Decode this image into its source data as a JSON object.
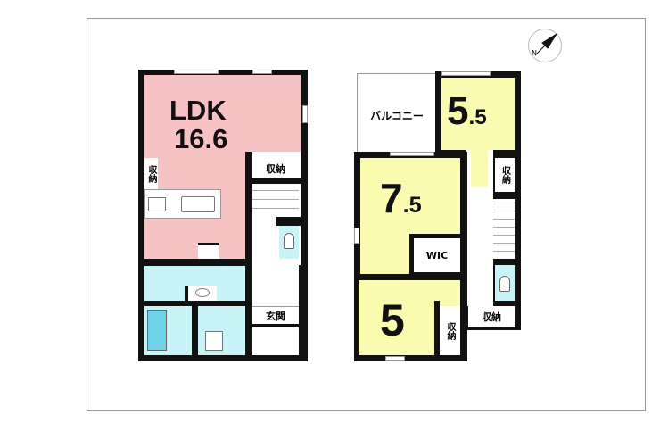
{
  "floor1": {
    "ldk_label": "LDK",
    "ldk_size": "16.6",
    "storage_label": "収納",
    "storage_left_label": "収納",
    "entrance_label": "玄関"
  },
  "floor2": {
    "balcony_label": "バルコニー",
    "room_a_int": "5",
    "room_a_dec": ".5",
    "room_b_int": "7",
    "room_b_dec": ".5",
    "room_c": "5",
    "wic_label": "WIC",
    "storage_right_label": "収納",
    "storage_bottom_label": "収納",
    "storage_room_c_label": "収納"
  },
  "compass": {
    "north_label": "N"
  },
  "colors": {
    "ldk": "#f7c2c4",
    "bedroom": "#fafab0",
    "wet_area": "#c8f3f7",
    "wall": "#111111"
  }
}
